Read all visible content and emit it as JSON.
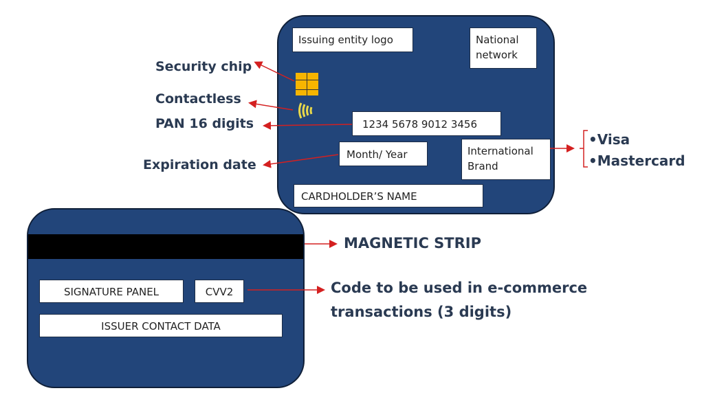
{
  "front_card": {
    "issuer_logo": "Issuing entity logo",
    "national_network_line1": "National",
    "national_network_line2": "network",
    "pan": "1234  5678  9012  3456",
    "expiry": "Month/ Year",
    "brand_line1": "International",
    "brand_line2": "Brand",
    "cardholder": "CARDHOLDER’S NAME"
  },
  "back_card": {
    "signature": "SIGNATURE PANEL",
    "cvv": "CVV2",
    "issuer_contact": "ISSUER CONTACT DATA"
  },
  "labels": {
    "chip": "Security chip",
    "contactless": "Contactless",
    "pan": "PAN 16 digits",
    "expiry": "Expiration date",
    "brand_visa": "•Visa",
    "brand_mastercard": "•Mastercard",
    "magnetic": "MAGNETIC STRIP",
    "cvv_line1": "Code to be used in e-commerce",
    "cvv_line2": "transactions  (3 digits)"
  },
  "colors": {
    "card": "#22457a",
    "arrow": "#d42020",
    "chip": "#f7b500",
    "label": "#2a3a52"
  }
}
